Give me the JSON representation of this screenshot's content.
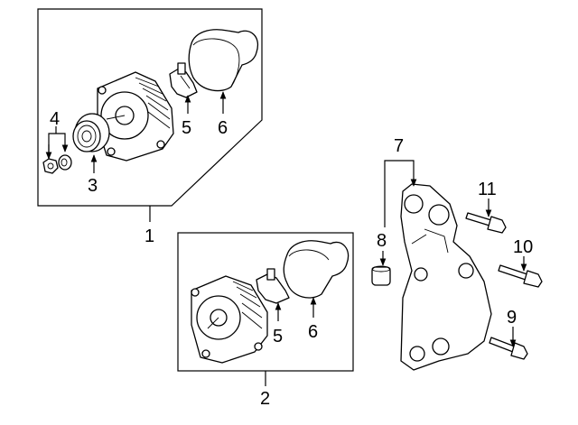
{
  "callouts": {
    "c1": "1",
    "c2": "2",
    "c3": "3",
    "c4": "4",
    "c5a": "5",
    "c5b": "5",
    "c6a": "6",
    "c6b": "6",
    "c7": "7",
    "c8": "8",
    "c9": "9",
    "c10": "10",
    "c11": "11"
  }
}
